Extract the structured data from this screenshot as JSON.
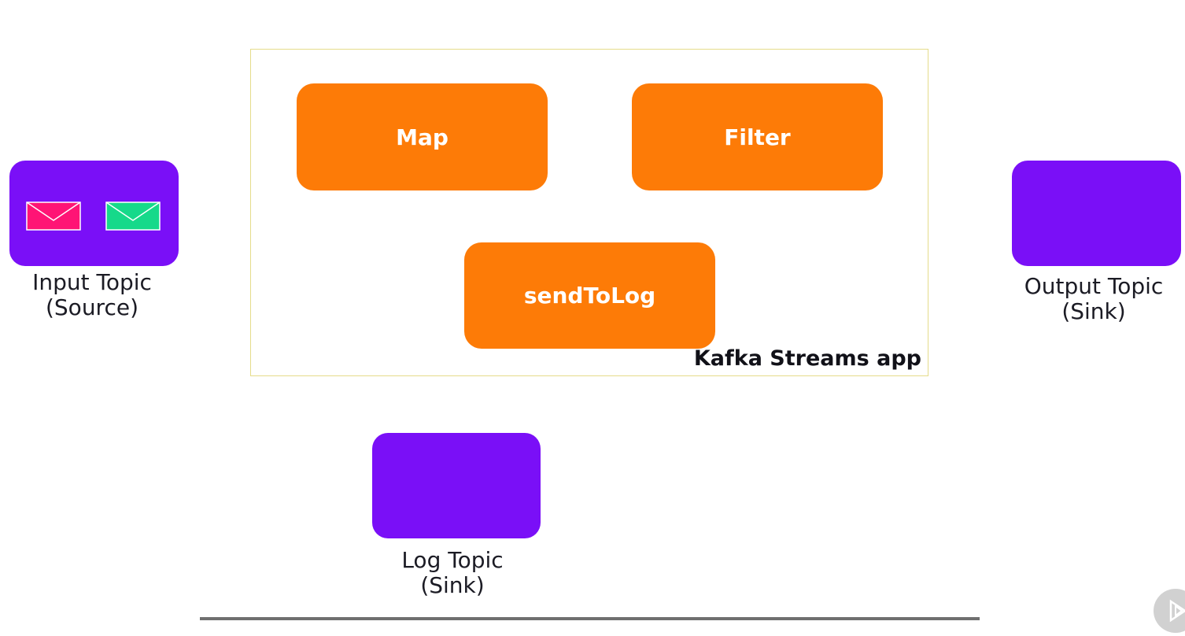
{
  "input_topic": {
    "label_line1": "Input Topic",
    "label_line2": "(Source)",
    "messages": [
      {
        "icon": "envelope-icon",
        "color": "#ff1475"
      },
      {
        "icon": "envelope-icon",
        "color": "#16d98a"
      }
    ]
  },
  "output_topic": {
    "label_line1": "Output Topic",
    "label_line2": "(Sink)"
  },
  "log_topic": {
    "label_line1": "Log Topic",
    "label_line2": "(Sink)"
  },
  "app": {
    "title": "Kafka Streams app",
    "processors": [
      "Map",
      "Filter",
      "sendToLog"
    ]
  },
  "colors": {
    "topic": "#7a0ff7",
    "processor": "#fd7b07",
    "app_border": "#e5dc8a"
  },
  "logo": {
    "icon": "play-logo-icon"
  }
}
